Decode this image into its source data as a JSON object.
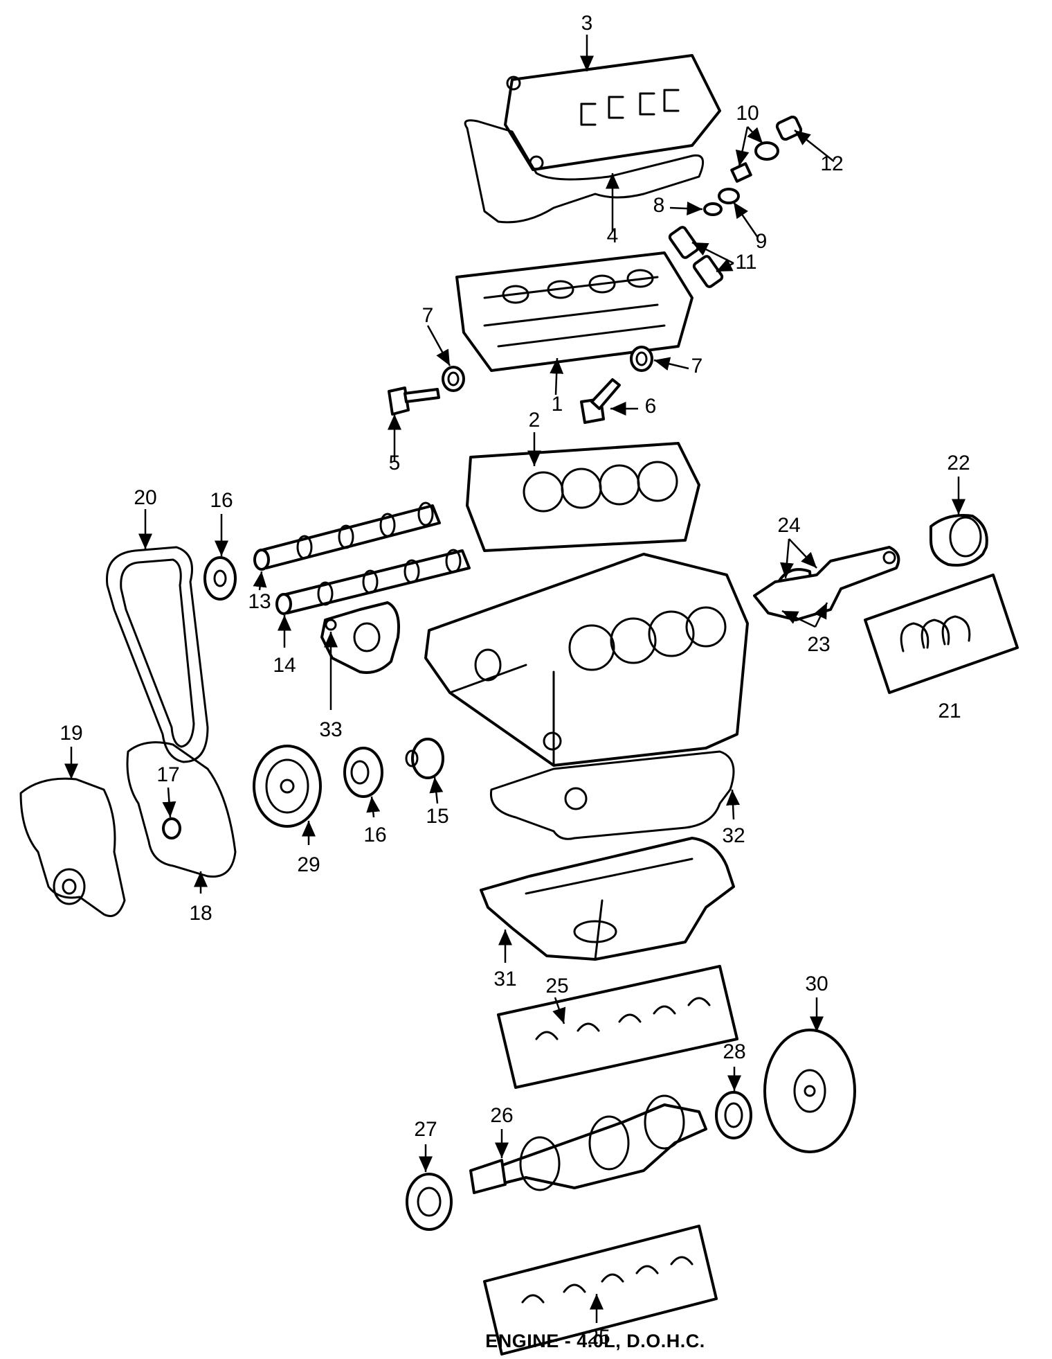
{
  "caption": "ENGINE - 4.0L, D.O.H.C.",
  "callouts": [
    "1",
    "2",
    "3",
    "4",
    "5",
    "6",
    "7",
    "8",
    "9",
    "10",
    "11",
    "12",
    "13",
    "14",
    "15",
    "16",
    "17",
    "18",
    "19",
    "20",
    "21",
    "22",
    "23",
    "24",
    "25",
    "26",
    "27",
    "28",
    "29",
    "30",
    "31",
    "32",
    "33"
  ],
  "colors": {
    "line": "#000000",
    "background": "#ffffff"
  }
}
